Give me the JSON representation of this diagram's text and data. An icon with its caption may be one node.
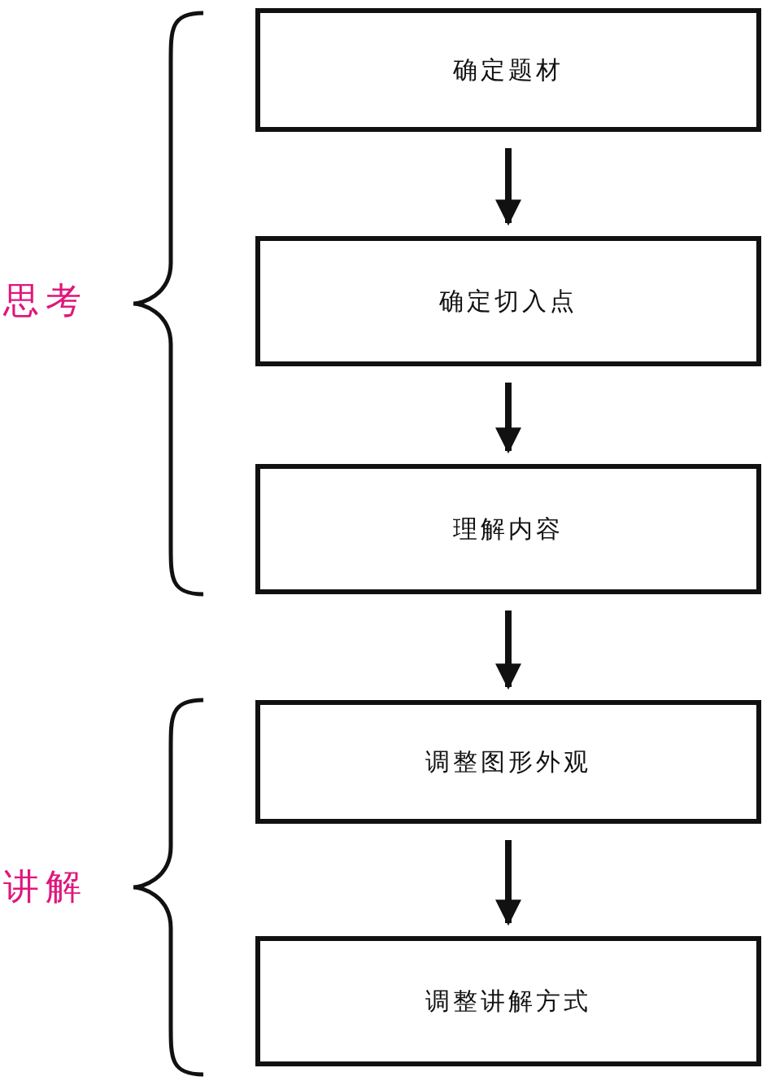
{
  "diagram": {
    "nodes": [
      {
        "text": [
          "确定题材"
        ]
      },
      {
        "text": [
          "确定切入点"
        ]
      },
      {
        "text": [
          "理解内容"
        ]
      },
      {
        "text": [
          "调整图形外观"
        ]
      },
      {
        "text": [
          "调整讲解方式"
        ]
      }
    ],
    "edges": [
      {
        "from": 0,
        "to": 1,
        "arrow": "to"
      },
      {
        "from": 1,
        "to": 2,
        "arrow": "to"
      },
      {
        "from": 2,
        "to": 3,
        "arrow": "to"
      },
      {
        "from": 3,
        "to": 4,
        "arrow": "to"
      }
    ],
    "labels": [
      "思考",
      "讲解"
    ]
  }
}
